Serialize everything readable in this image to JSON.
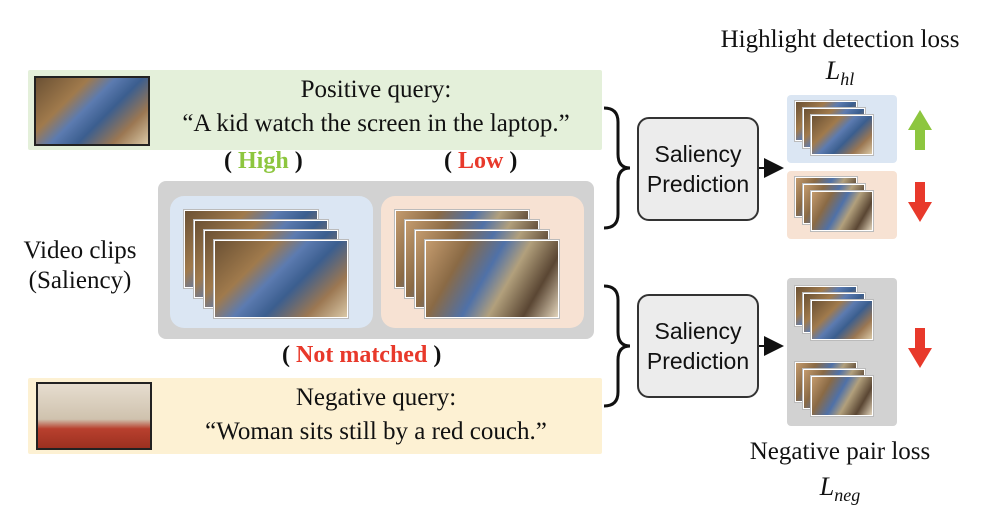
{
  "positive_query": {
    "title": "Positive query:",
    "text": "“A kid watch the screen in the laptop.”"
  },
  "negative_query": {
    "title": "Negative query:",
    "text": "“Woman sits still by a red couch.”"
  },
  "labels": {
    "high": "High",
    "low": "Low",
    "not_matched": "Not matched",
    "open_paren": "(",
    "close_paren": ")"
  },
  "video_clips": {
    "line1": "Video clips",
    "line2": "(Saliency)"
  },
  "saliency_prediction": {
    "line1": "Saliency",
    "line2": "Prediction"
  },
  "losses": {
    "highlight_title": "Highlight detection loss",
    "highlight_symbol": "L",
    "highlight_subscript": "hl",
    "negative_title": "Negative pair loss",
    "negative_symbol": "L",
    "negative_subscript": "neg"
  },
  "colors": {
    "positive_bg": "#e4f0da",
    "negative_bg": "#fdf1d3",
    "high_bg": "#dbe6f3",
    "low_bg": "#f7e2d3",
    "group_bg": "#d2d2d2",
    "up_arrow": "#8dc63f",
    "down_arrow": "#e8392b"
  },
  "icons": [
    "up-arrow-icon",
    "down-arrow-icon",
    "right-arrow-icon",
    "curly-brace-icon"
  ]
}
